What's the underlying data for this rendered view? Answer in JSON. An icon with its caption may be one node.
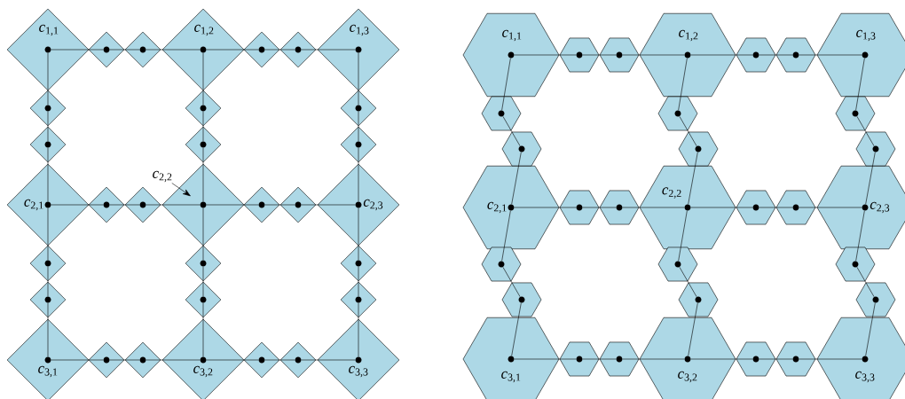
{
  "diagram": {
    "nodes": [
      {
        "text": [
          "*c*$_{1,1}$"
        ]
      },
      {
        "text": [
          "*c*$_{1,2}$"
        ]
      },
      {
        "text": [
          "*c*$_{1,3}$"
        ]
      },
      {
        "text": [
          "*c*$_{2,1}$"
        ]
      },
      {
        "text": [],
        "shape": "diamond"
      },
      {
        "text": [
          "*c*$_{2,3}$"
        ]
      },
      {
        "text": [
          "*c*$_{3,1}$"
        ]
      },
      {
        "text": [
          "*c*$_{3,2}$"
        ]
      },
      {
        "text": [
          "*c*$_{3,3}$"
        ]
      },
      {
        "text": [
          "*c*$_{2,2}$"
        ]
      },
      {
        "text": [],
        "shape": "diamond"
      },
      {
        "text": [],
        "shape": "diamond"
      },
      {
        "text": [],
        "shape": "diamond"
      },
      {
        "text": [],
        "shape": "diamond"
      },
      {
        "text": [],
        "shape": "diamond"
      },
      {
        "text": [],
        "shape": "diamond"
      },
      {
        "text": [],
        "shape": "diamond"
      },
      {
        "text": [],
        "shape": "diamond"
      },
      {
        "text": [],
        "shape": "diamond"
      },
      {
        "text": [],
        "shape": "diamond"
      },
      {
        "text": [],
        "shape": "diamond"
      },
      {
        "text": [],
        "shape": "diamond"
      },
      {
        "text": [],
        "shape": "diamond"
      },
      {
        "text": [],
        "shape": "diamond"
      },
      {
        "text": [],
        "shape": "diamond"
      },
      {
        "text": [],
        "shape": "diamond"
      },
      {
        "text": [],
        "shape": "diamond"
      },
      {
        "text": [],
        "shape": "diamond"
      },
      {
        "text": [],
        "shape": "diamond"
      },
      {
        "text": [],
        "shape": "diamond"
      },
      {
        "text": [],
        "shape": "diamond"
      },
      {
        "text": [],
        "shape": "diamond"
      },
      {
        "text": [],
        "shape": "diamond"
      },
      {
        "text": [],
        "shape": "diamond"
      },
      {
        "text": [
          "*c*$_{1,1}$"
        ]
      },
      {
        "text": [
          "*c*$_{1,2}$"
        ]
      },
      {
        "text": [
          "*c*$_{1,3}$"
        ]
      },
      {
        "text": [
          "*c*$_{2,1}$"
        ]
      },
      {
        "text": [
          "*c*$_{2,2}$"
        ]
      },
      {
        "text": [
          "*c*$_{2,3}$"
        ]
      },
      {
        "text": [
          "*c*$_{3,1}$"
        ]
      },
      {
        "text": [
          "*c*$_{3,2}$"
        ]
      },
      {
        "text": [
          "*c*$_{3,3}$"
        ]
      },
      {
        "text": [],
        "shape": "hexagon"
      },
      {
        "text": [],
        "shape": "hexagon"
      },
      {
        "text": [],
        "shape": "hexagon"
      },
      {
        "text": [],
        "shape": "hexagon"
      },
      {
        "text": [],
        "shape": "hexagon"
      },
      {
        "text": [],
        "shape": "hexagon"
      },
      {
        "text": [],
        "shape": "hexagon"
      },
      {
        "text": [],
        "shape": "hexagon"
      },
      {
        "text": [],
        "shape": "hexagon"
      },
      {
        "text": [],
        "shape": "hexagon"
      },
      {
        "text": [],
        "shape": "hexagon"
      },
      {
        "text": [],
        "shape": "hexagon"
      },
      {
        "text": [],
        "shape": "hexagon"
      },
      {
        "text": [],
        "shape": "hexagon"
      },
      {
        "text": [],
        "shape": "hexagon"
      },
      {
        "text": [],
        "shape": "hexagon"
      },
      {
        "text": [],
        "shape": "hexagon"
      },
      {
        "text": [],
        "shape": "hexagon"
      },
      {
        "text": [],
        "shape": "hexagon"
      },
      {
        "text": [],
        "shape": "hexagon"
      },
      {
        "text": [],
        "shape": "hexagon"
      },
      {
        "text": [],
        "shape": "hexagon"
      },
      {
        "text": [],
        "shape": "hexagon"
      },
      {
        "text": [],
        "shape": "hexagon"
      }
    ],
    "edges": [
      {
        "from": 0,
        "to": 10,
        "arrow": "none"
      },
      {
        "from": 10,
        "to": 11,
        "arrow": "none"
      },
      {
        "from": 11,
        "to": 1,
        "arrow": "none"
      },
      {
        "from": 1,
        "to": 12,
        "arrow": "none"
      },
      {
        "from": 12,
        "to": 13,
        "arrow": "none"
      },
      {
        "from": 13,
        "to": 2,
        "arrow": "none"
      },
      {
        "from": 3,
        "to": 14,
        "arrow": "none"
      },
      {
        "from": 14,
        "to": 15,
        "arrow": "none"
      },
      {
        "from": 15,
        "to": 4,
        "arrow": "none"
      },
      {
        "from": 4,
        "to": 16,
        "arrow": "none"
      },
      {
        "from": 16,
        "to": 17,
        "arrow": "none"
      },
      {
        "from": 17,
        "to": 5,
        "arrow": "none"
      },
      {
        "from": 6,
        "to": 18,
        "arrow": "none"
      },
      {
        "from": 18,
        "to": 19,
        "arrow": "none"
      },
      {
        "from": 19,
        "to": 7,
        "arrow": "none"
      },
      {
        "from": 7,
        "to": 20,
        "arrow": "none"
      },
      {
        "from": 20,
        "to": 21,
        "arrow": "none"
      },
      {
        "from": 21,
        "to": 8,
        "arrow": "none"
      },
      {
        "from": 0,
        "to": 22,
        "arrow": "none"
      },
      {
        "from": 22,
        "to": 23,
        "arrow": "none"
      },
      {
        "from": 23,
        "to": 3,
        "arrow": "none"
      },
      {
        "from": 3,
        "to": 24,
        "arrow": "none"
      },
      {
        "from": 24,
        "to": 25,
        "arrow": "none"
      },
      {
        "from": 25,
        "to": 6,
        "arrow": "none"
      },
      {
        "from": 1,
        "to": 26,
        "arrow": "none"
      },
      {
        "from": 26,
        "to": 27,
        "arrow": "none"
      },
      {
        "from": 27,
        "to": 4,
        "arrow": "none"
      },
      {
        "from": 4,
        "to": 28,
        "arrow": "none"
      },
      {
        "from": 28,
        "to": 29,
        "arrow": "none"
      },
      {
        "from": 29,
        "to": 7,
        "arrow": "none"
      },
      {
        "from": 2,
        "to": 30,
        "arrow": "none"
      },
      {
        "from": 30,
        "to": 31,
        "arrow": "none"
      },
      {
        "from": 31,
        "to": 5,
        "arrow": "none"
      },
      {
        "from": 5,
        "to": 32,
        "arrow": "none"
      },
      {
        "from": 32,
        "to": 33,
        "arrow": "none"
      },
      {
        "from": 33,
        "to": 8,
        "arrow": "none"
      },
      {
        "from": 9,
        "to": 4,
        "arrow": "to"
      },
      {
        "from": 34,
        "to": 43,
        "arrow": "none"
      },
      {
        "from": 43,
        "to": 44,
        "arrow": "none"
      },
      {
        "from": 44,
        "to": 35,
        "arrow": "none"
      },
      {
        "from": 35,
        "to": 45,
        "arrow": "none"
      },
      {
        "from": 45,
        "to": 46,
        "arrow": "none"
      },
      {
        "from": 46,
        "to": 36,
        "arrow": "none"
      },
      {
        "from": 37,
        "to": 47,
        "arrow": "none"
      },
      {
        "from": 47,
        "to": 48,
        "arrow": "none"
      },
      {
        "from": 48,
        "to": 38,
        "arrow": "none"
      },
      {
        "from": 38,
        "to": 49,
        "arrow": "none"
      },
      {
        "from": 49,
        "to": 50,
        "arrow": "none"
      },
      {
        "from": 50,
        "to": 39,
        "arrow": "none"
      },
      {
        "from": 40,
        "to": 51,
        "arrow": "none"
      },
      {
        "from": 51,
        "to": 52,
        "arrow": "none"
      },
      {
        "from": 52,
        "to": 41,
        "arrow": "none"
      },
      {
        "from": 41,
        "to": 53,
        "arrow": "none"
      },
      {
        "from": 53,
        "to": 54,
        "arrow": "none"
      },
      {
        "from": 54,
        "to": 42,
        "arrow": "none"
      },
      {
        "from": 34,
        "to": 55,
        "arrow": "none"
      },
      {
        "from": 55,
        "to": 56,
        "arrow": "none"
      },
      {
        "from": 56,
        "to": 37,
        "arrow": "none"
      },
      {
        "from": 37,
        "to": 57,
        "arrow": "none"
      },
      {
        "from": 57,
        "to": 58,
        "arrow": "none"
      },
      {
        "from": 58,
        "to": 40,
        "arrow": "none"
      },
      {
        "from": 35,
        "to": 59,
        "arrow": "none"
      },
      {
        "from": 59,
        "to": 60,
        "arrow": "none"
      },
      {
        "from": 60,
        "to": 38,
        "arrow": "none"
      },
      {
        "from": 38,
        "to": 61,
        "arrow": "none"
      },
      {
        "from": 61,
        "to": 62,
        "arrow": "none"
      },
      {
        "from": 62,
        "to": 41,
        "arrow": "none"
      },
      {
        "from": 36,
        "to": 63,
        "arrow": "none"
      },
      {
        "from": 63,
        "to": 64,
        "arrow": "none"
      },
      {
        "from": 64,
        "to": 39,
        "arrow": "none"
      },
      {
        "from": 39,
        "to": 65,
        "arrow": "none"
      },
      {
        "from": 65,
        "to": 66,
        "arrow": "none"
      },
      {
        "from": 66,
        "to": 42,
        "arrow": "none"
      }
    ]
  }
}
